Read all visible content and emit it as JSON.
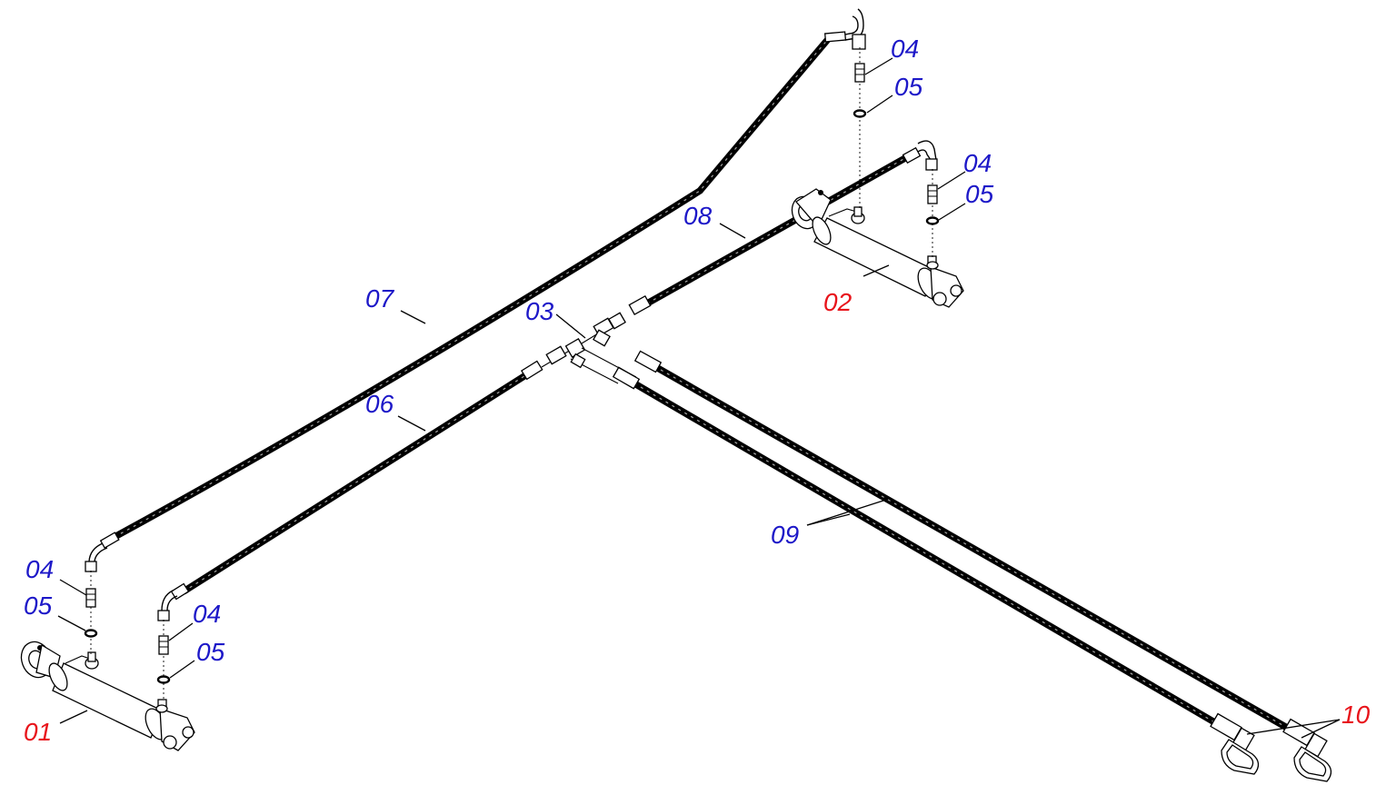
{
  "colors": {
    "ink": "#000000",
    "component_label": "#e8141b",
    "part_label": "#1d18c8",
    "background": "#ffffff"
  },
  "labels": {
    "p01": "01",
    "p02": "02",
    "p03": "03",
    "p04": "04",
    "p05": "05",
    "p06": "06",
    "p07": "07",
    "p08": "08",
    "p09": "09",
    "p10": "10"
  }
}
